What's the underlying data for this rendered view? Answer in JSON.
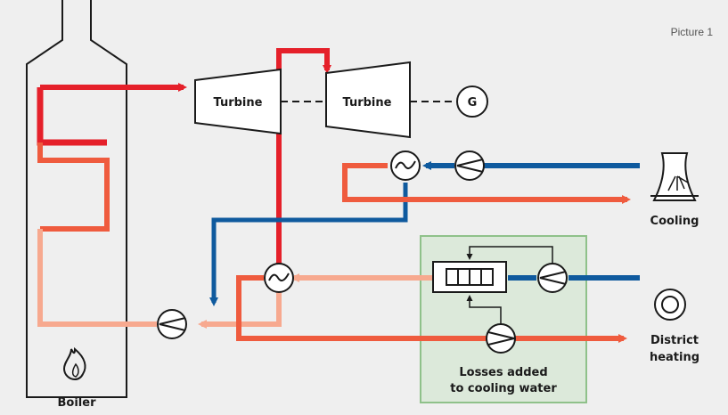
{
  "caption": "Picture 1",
  "labels": {
    "turbine_1": "Turbine",
    "turbine_2": "Turbine",
    "generator": "G",
    "cooling": "Cooling",
    "district_heating_1": "District",
    "district_heating_2": "heating",
    "losses_1": "Losses added",
    "losses_2": "to cooling water",
    "boiler": "Boiler"
  },
  "colors": {
    "steam": "#e5202a",
    "hot_water": "#ef5b3e",
    "warm_water": "#f7a98f",
    "cold_water": "#0f5a9e",
    "losses_box": "#dce9da",
    "losses_border": "#8fc18a"
  },
  "icons": [
    "flame-icon",
    "cooling-tower-icon",
    "district-heating-icon",
    "pump-icon",
    "heat-exchanger-icon",
    "generator-icon"
  ]
}
